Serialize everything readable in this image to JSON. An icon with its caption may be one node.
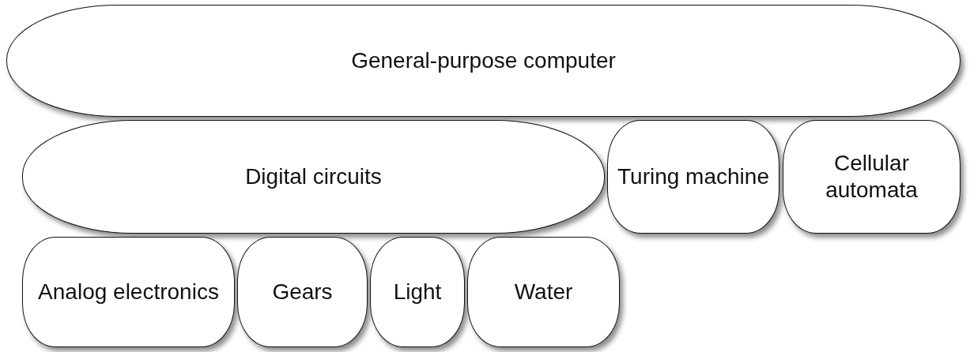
{
  "diagram": {
    "nodes": [
      {
        "text": [
          "General-purpose computer"
        ]
      },
      {
        "text": [
          "Digital circuits"
        ]
      },
      {
        "text": [
          "Turing machine"
        ]
      },
      {
        "text": [
          "Cellular automata"
        ]
      },
      {
        "text": [
          "Analog electronics"
        ]
      },
      {
        "text": [
          "Gears"
        ]
      },
      {
        "text": [
          "Light"
        ]
      },
      {
        "text": [
          "Water"
        ]
      }
    ]
  }
}
